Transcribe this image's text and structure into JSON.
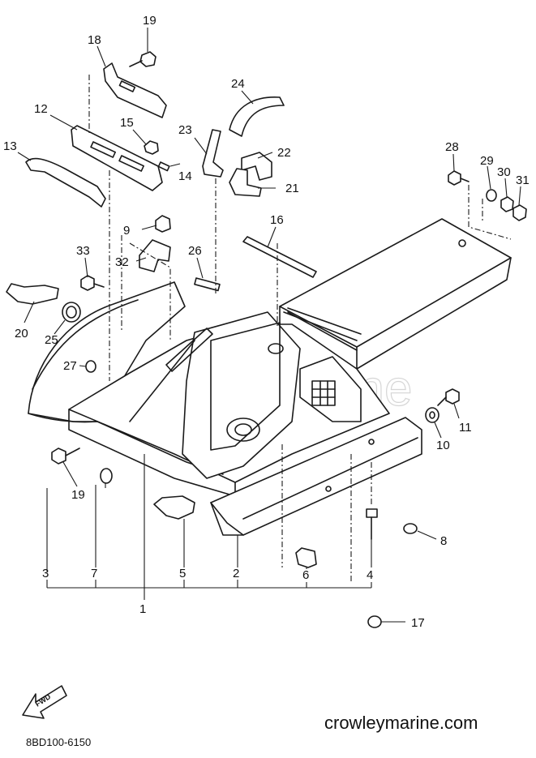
{
  "diagram": {
    "watermark": "CrowleyMarine",
    "footer_site": "crowleymarine.com",
    "diagram_code": "8BD100-6150",
    "fwd_label": "FWD",
    "callouts": {
      "c1": "1",
      "c2": "2",
      "c3": "3",
      "c4": "4",
      "c5": "5",
      "c6": "6",
      "c7": "7",
      "c8": "8",
      "c9": "9",
      "c10": "10",
      "c11": "11",
      "c12": "12",
      "c13": "13",
      "c14": "14",
      "c15": "15",
      "c16": "16",
      "c17": "17",
      "c18": "18",
      "c19a": "19",
      "c19b": "19",
      "c20": "20",
      "c21": "21",
      "c22": "22",
      "c23": "23",
      "c24": "24",
      "c25": "25",
      "c26": "26",
      "c27": "27",
      "c28": "28",
      "c29": "29",
      "c30": "30",
      "c31": "31",
      "c32": "32",
      "c33": "33"
    }
  }
}
